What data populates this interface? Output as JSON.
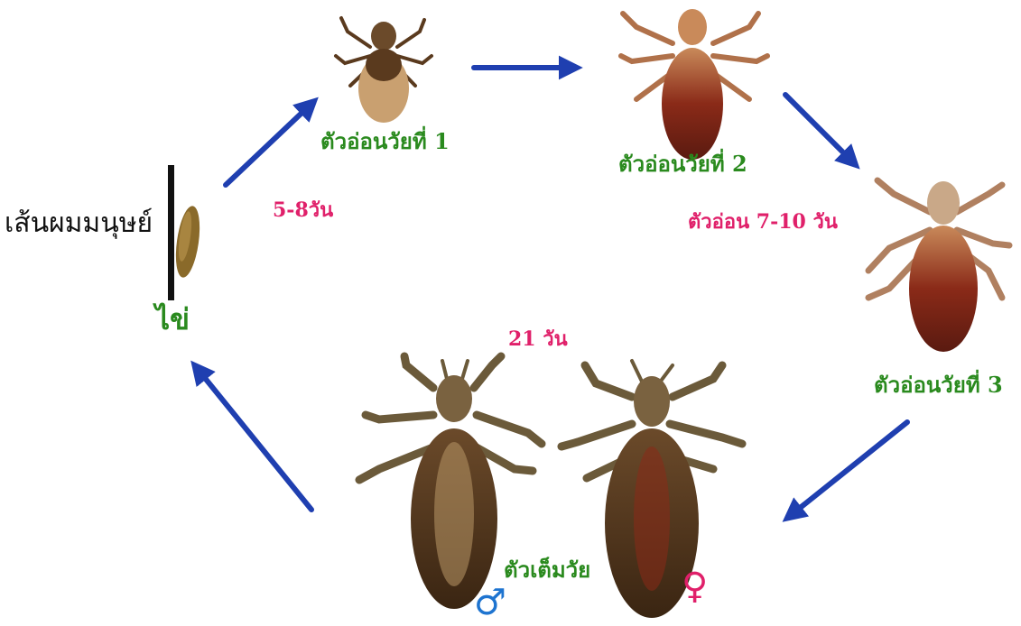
{
  "labels": {
    "hair": "เส้นผมมนุษย์",
    "egg": "ไข่",
    "nymph1": "ตัวอ่อนวัยที่ 1",
    "nymph2": "ตัวอ่อนวัยที่ 2",
    "nymph3": "ตัวอ่อนวัยที่ 3",
    "adult": "ตัวเต็มวัย"
  },
  "durations": {
    "egg_to_nymph": "5-8วัน",
    "nymph_period": "ตัวอ่อน 7-10 วัน",
    "adult_period": "21 วัน"
  },
  "symbols": {
    "male": "♂",
    "female": "♀"
  },
  "colors": {
    "arrow": "#1f3fb0",
    "stage_label": "#2a8a1e",
    "duration_label": "#e0206a",
    "male_symbol": "#1e74d0",
    "female_symbol": "#e0206a",
    "hair": "#111111",
    "egg": "#8a6a2a"
  },
  "icons": [
    "louse-nymph-1-icon",
    "louse-nymph-2-icon",
    "louse-nymph-3-icon",
    "louse-adult-male-icon",
    "louse-adult-female-icon",
    "egg-on-hair-icon",
    "cycle-arrow-icon"
  ]
}
